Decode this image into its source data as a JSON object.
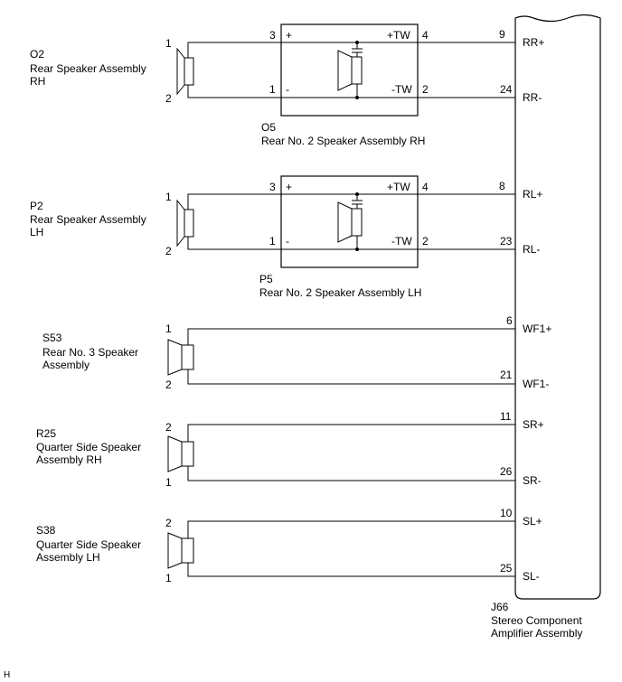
{
  "figure_id": "H",
  "amplifier": {
    "code": "J66",
    "name_line1": "Stereo Component",
    "name_line2": "Amplifier Assembly"
  },
  "speakers": [
    {
      "code": "O2",
      "name_line1": "Rear Speaker Assembly",
      "name_line2": "RH",
      "pin_a": "1",
      "pin_b": "2",
      "tweeter": {
        "code": "O5",
        "name": "Rear No. 2 Speaker Assembly RH",
        "in_plus": "3",
        "in_minus": "1",
        "sym_plus": "+",
        "sym_minus": "-",
        "out_plus": "+TW",
        "out_minus": "-TW",
        "pin_out_plus": "4",
        "pin_out_minus": "2"
      },
      "amp_pin_a": "9",
      "amp_term_a": "RR+",
      "amp_pin_b": "24",
      "amp_term_b": "RR-"
    },
    {
      "code": "P2",
      "name_line1": "Rear Speaker Assembly",
      "name_line2": "LH",
      "pin_a": "1",
      "pin_b": "2",
      "tweeter": {
        "code": "P5",
        "name": "Rear No. 2 Speaker Assembly LH",
        "in_plus": "3",
        "in_minus": "1",
        "sym_plus": "+",
        "sym_minus": "-",
        "out_plus": "+TW",
        "out_minus": "-TW",
        "pin_out_plus": "4",
        "pin_out_minus": "2"
      },
      "amp_pin_a": "8",
      "amp_term_a": "RL+",
      "amp_pin_b": "23",
      "amp_term_b": "RL-"
    },
    {
      "code": "S53",
      "name_line1": "Rear No. 3 Speaker",
      "name_line2": "Assembly",
      "pin_a": "1",
      "pin_b": "2",
      "amp_pin_a": "6",
      "amp_term_a": "WF1+",
      "amp_pin_b": "21",
      "amp_term_b": "WF1-"
    },
    {
      "code": "R25",
      "name_line1": "Quarter Side Speaker",
      "name_line2": "Assembly RH",
      "pin_a": "2",
      "pin_b": "1",
      "amp_pin_a": "11",
      "amp_term_a": "SR+",
      "amp_pin_b": "26",
      "amp_term_b": "SR-"
    },
    {
      "code": "S38",
      "name_line1": "Quarter Side Speaker",
      "name_line2": "Assembly LH",
      "pin_a": "2",
      "pin_b": "1",
      "amp_pin_a": "10",
      "amp_term_a": "SL+",
      "amp_pin_b": "25",
      "amp_term_b": "SL-"
    }
  ]
}
